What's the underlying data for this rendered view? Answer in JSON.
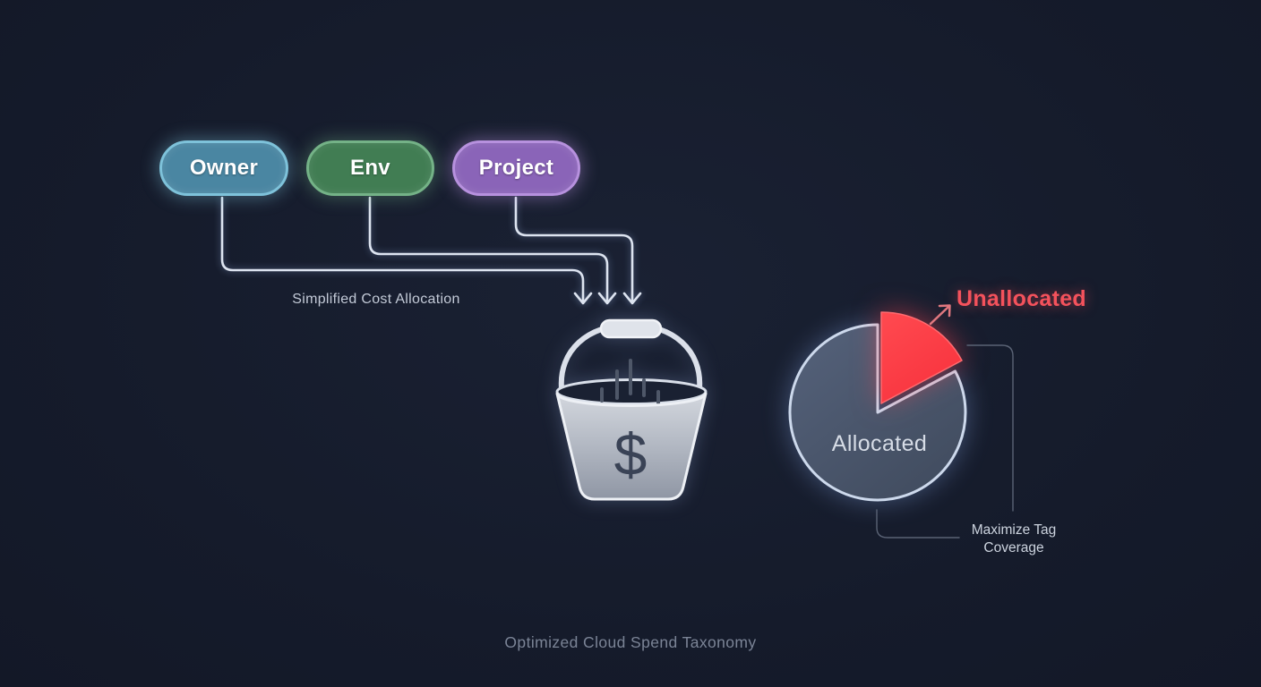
{
  "diagram_title": "Optimized Cloud Spend Taxonomy",
  "tags": [
    {
      "label": "Owner",
      "fill": "#4a86a2",
      "border": "#7ec2da"
    },
    {
      "label": "Env",
      "fill": "#417d53",
      "border": "#74b287"
    },
    {
      "label": "Project",
      "fill": "#8a64b8",
      "border": "#b791de"
    }
  ],
  "flow": {
    "label": "Simplified Cost Allocation"
  },
  "bucket": {
    "icon": "dollar-bucket-icon",
    "currency_symbol": "$"
  },
  "pie": {
    "allocated_label": "Allocated",
    "unallocated_label": "Unallocated",
    "allocated_color": "#4b5568",
    "unallocated_color": "#ff3d46",
    "outline_color": "#cdd9ec"
  },
  "annotation": {
    "line1": "Maximize Tag",
    "line2": "Coverage"
  },
  "caption": "Optimized Cloud Spend Taxonomy",
  "palette": {
    "background": "#151b2b",
    "connector": "#dde4f0",
    "callout_line": "#5a6375",
    "muted_text": "#7b8496",
    "light_text": "#ccd3de"
  }
}
